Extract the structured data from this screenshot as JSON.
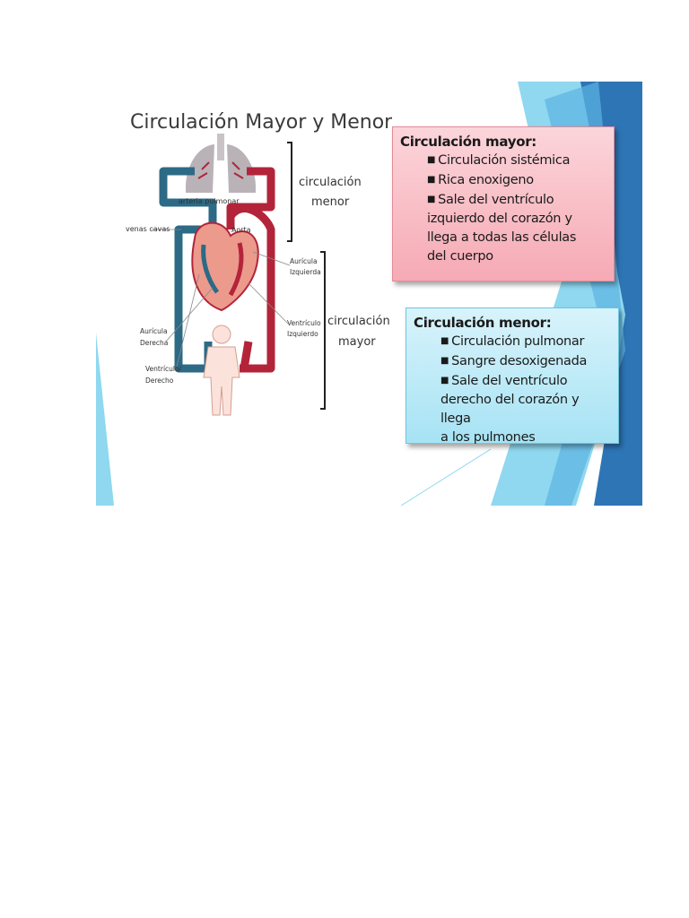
{
  "diagram": {
    "title": "Circulación Mayor y Menor",
    "labels": {
      "arteria_pulmonar": "arteria pulmonar",
      "venas_cavas": "venas cavas",
      "aorta": "Aorta",
      "auricula_izquierda": [
        "Aurícula",
        "Izquierda"
      ],
      "ventriculo_izquierdo": [
        "Ventrículo",
        "Izquierdo"
      ],
      "auricula_derecha": [
        "Aurícula",
        "Derecha"
      ],
      "ventriculo_derecho": [
        "Ventrículo/",
        "Derecho"
      ],
      "circulacion_menor": [
        "circulación",
        "menor"
      ],
      "circulacion_mayor": [
        "circulación",
        "mayor"
      ]
    },
    "colors": {
      "oxygenated_red": "#b3243a",
      "deoxygenated_blue": "#2c6a86",
      "heart": "#ec9a8c",
      "lungs": "#b9b3b8",
      "body": "#fbe3dc"
    }
  },
  "box_mayor": {
    "title": "Circulación mayor:",
    "items": [
      "Circulación sistémica",
      "Rica enoxigeno",
      "Sale del ventrículo"
    ],
    "continuation": [
      "izquierdo del corazón y",
      "llega  a todas las células",
      "del  cuerpo"
    ]
  },
  "box_menor": {
    "title": "Circulación menor:",
    "items": [
      "Circulación pulmonar",
      "Sangre desoxigenada",
      "Sale del ventrículo"
    ],
    "continuation": [
      "derecho del corazón y llega",
      "a los pulmones"
    ]
  }
}
